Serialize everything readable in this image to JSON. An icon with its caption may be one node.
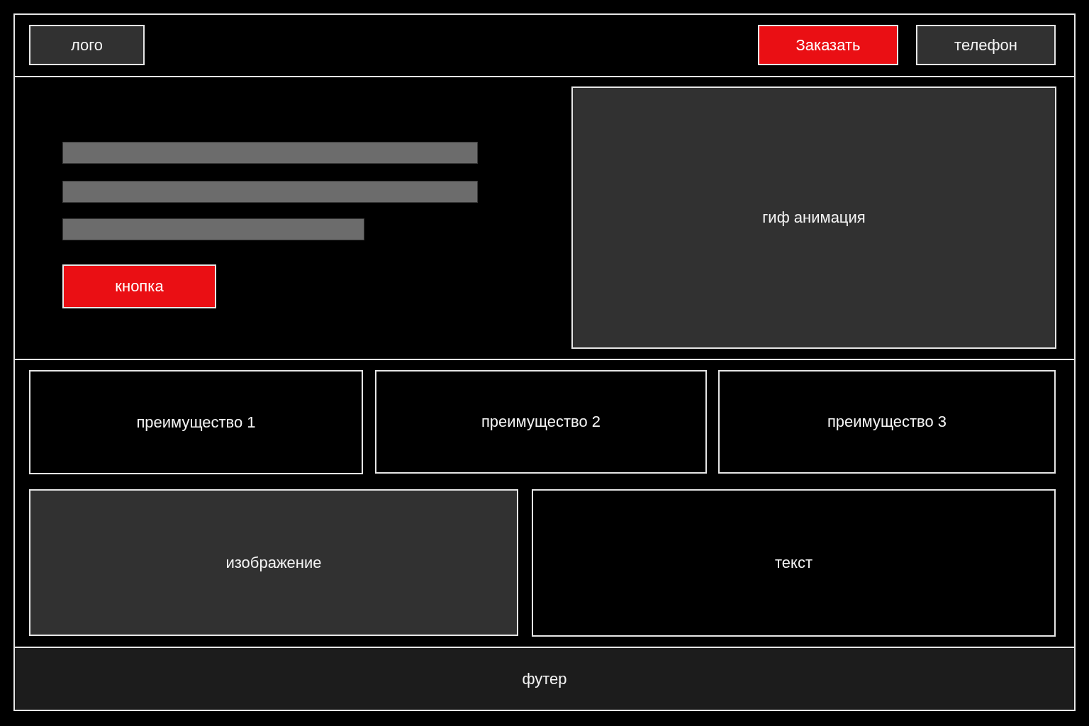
{
  "diagram": {
    "nodes": [
      {
        "text": [],
        "shape": "box"
      },
      {
        "text": [
          "лого"
        ],
        "in": 0
      },
      {
        "text": [
          "Заказать"
        ],
        "in": 0
      },
      {
        "text": [
          "телефон"
        ],
        "in": 0
      },
      {
        "text": [],
        "shape": "box"
      },
      {
        "text": [],
        "shape": "bar",
        "in": 4
      },
      {
        "text": [],
        "shape": "bar",
        "in": 4
      },
      {
        "text": [],
        "shape": "bar",
        "in": 4
      },
      {
        "text": [
          "кнопка"
        ],
        "in": 4
      },
      {
        "text": [
          "гиф анимация"
        ],
        "in": 4
      },
      {
        "text": [],
        "shape": "box"
      },
      {
        "text": [
          "преимущество 1"
        ],
        "in": 10
      },
      {
        "text": [
          "преимущество 2"
        ],
        "in": 10
      },
      {
        "text": [
          "преимущество 3"
        ],
        "in": 10
      },
      {
        "text": [
          "изображение"
        ],
        "in": 10
      },
      {
        "text": [
          "текст"
        ],
        "in": 10
      },
      {
        "text": [
          "футер"
        ]
      }
    ]
  }
}
